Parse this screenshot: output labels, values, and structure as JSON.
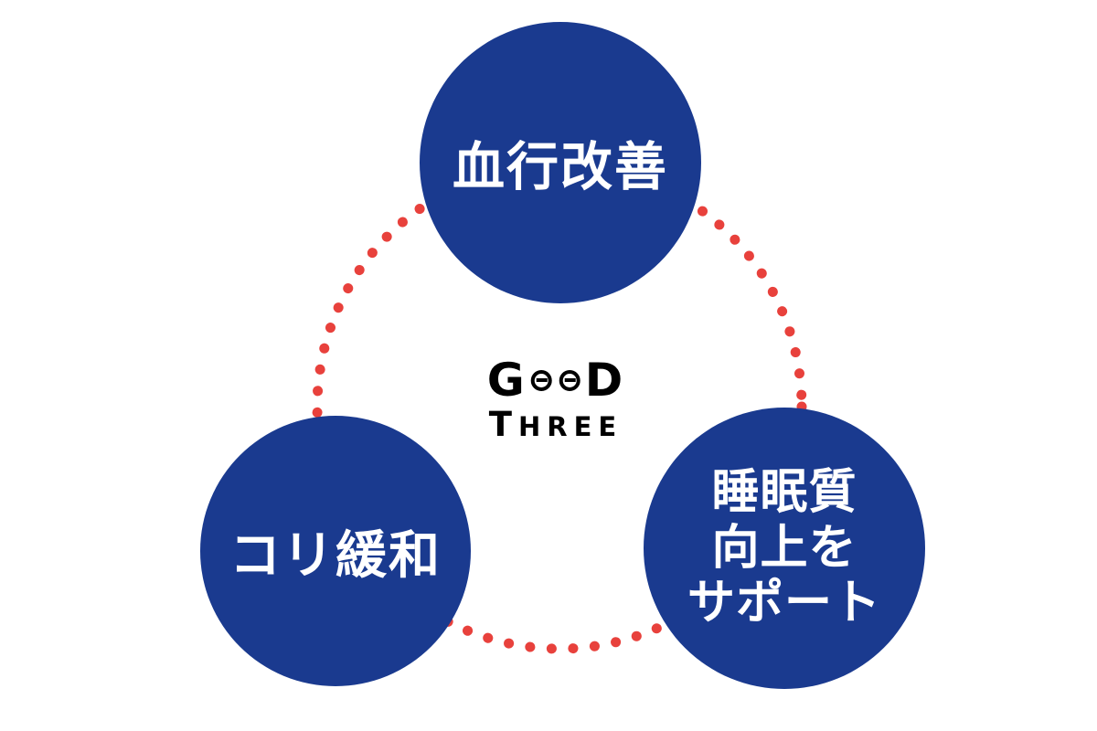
{
  "logo": {
    "text": "GooD THREE",
    "word1_initial": "G",
    "word1_final": "D",
    "word2_initial": "T",
    "word2_rest": "HREE"
  },
  "circles": [
    {
      "id": "blood-circulation",
      "lines": [
        "血行改善"
      ]
    },
    {
      "id": "stiffness-relief",
      "lines": [
        "コリ緩和"
      ]
    },
    {
      "id": "sleep-quality-support",
      "lines": [
        "睡眠質",
        "向上を",
        "サポート"
      ]
    }
  ],
  "colors": {
    "circle_blue": "#1a3a8f",
    "dot_red": "#e8413c",
    "logo_black": "#000000",
    "label_white": "#ffffff",
    "background": "#ffffff"
  }
}
